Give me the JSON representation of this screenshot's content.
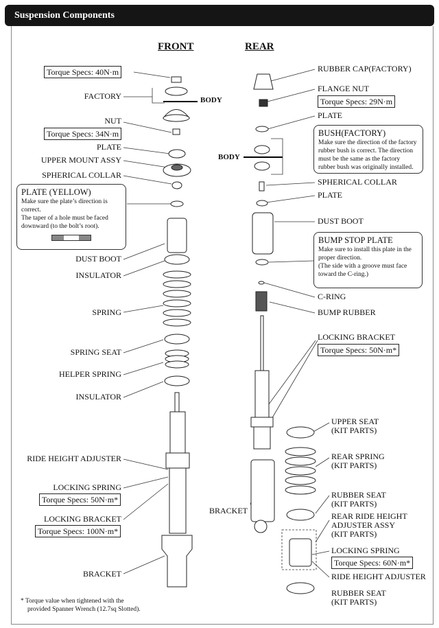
{
  "title": "Suspension Components",
  "front": {
    "heading": "FRONT",
    "body": "BODY",
    "torque_40": "Torque Specs: 40N·m",
    "factory": "FACTORY",
    "nut": "NUT",
    "torque_34": "Torque Specs: 34N·m",
    "plate": "PLATE",
    "upper_mount": "UPPER MOUNT ASSY",
    "spherical_collar": "SPHERICAL COLLAR",
    "plate_yellow": {
      "title": "PLATE (YELLOW)",
      "line1": "Make sure the plate’s direction is correct.",
      "line2": "The taper of a hole must be faced downward (to the bolt’s root)."
    },
    "dust_boot": "DUST BOOT",
    "insulator1": "INSULATOR",
    "spring": "SPRING",
    "spring_seat": "SPRING SEAT",
    "helper_spring": "HELPER SPRING",
    "insulator2": "INSULATOR",
    "ride_height_adjuster": "RIDE HEIGHT ADJUSTER",
    "locking_spring": "LOCKING SPRING",
    "torque_50": "Torque Specs: 50N·m*",
    "locking_bracket": "LOCKING BRACKET",
    "torque_100": "Torque Specs: 100N·m*",
    "bracket": "BRACKET",
    "footnote1": "* Torque value when tightened with the",
    "footnote2": "provided Spanner Wrench (12.7sq Slotted)."
  },
  "rear": {
    "heading": "REAR",
    "body": "BODY",
    "rubber_cap": "RUBBER CAP(FACTORY)",
    "flange_nut": "FLANGE NUT",
    "torque_29": "Torque Specs: 29N·m",
    "plate1": "PLATE",
    "bush": {
      "title": "BUSH(FACTORY)",
      "text": "Make sure the direction of the factory rubber bush is correct. The direction must be the same as the factory rubber bush was originally installed."
    },
    "spherical_collar": "SPHERICAL COLLAR",
    "plate2": "PLATE",
    "dust_boot": "DUST BOOT",
    "bump_stop": {
      "title": "BUMP STOP PLATE",
      "line1": "Make sure to install this plate in the proper direction.",
      "line2": "(The side with a groove must face toward the C-ring.)"
    },
    "c_ring": "C-RING",
    "bump_rubber": "BUMP RUBBER",
    "locking_bracket": "LOCKING BRACKET",
    "torque_50": "Torque Specs: 50N·m*",
    "bracket": "BRACKET",
    "upper_seat": "UPPER SEAT",
    "upper_seat_kit": "(KIT PARTS)",
    "rear_spring": "REAR SPRING",
    "rear_spring_kit": "(KIT PARTS)",
    "rubber_seat1": "RUBBER  SEAT",
    "rubber_seat1_kit": "(KIT PARTS)",
    "rrha1": "REAR RIDE HEIGHT",
    "rrha2": "ADJUSTER ASSY",
    "rrha_kit": "(KIT PARTS)",
    "locking_spring": "LOCKING SPRING",
    "torque_60": "Torque Specs: 60N·m*",
    "ride_height_adjuster": "RIDE HEIGHT ADJUSTER",
    "rubber_seat2": "RUBBER  SEAT",
    "rubber_seat2_kit": "(KIT PARTS)"
  }
}
